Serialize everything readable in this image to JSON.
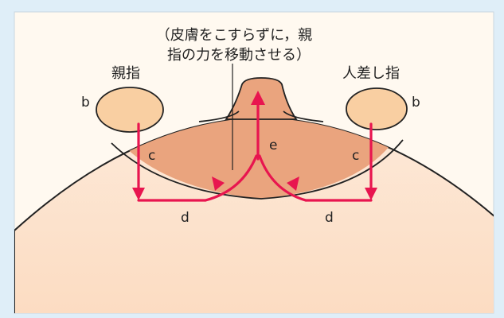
{
  "diagram": {
    "caption_line1": "（皮膚をこすらずに，親",
    "caption_line2": "指の力を移動させる）",
    "label_thumb": "親指",
    "label_index_finger": "人差し指",
    "label_b_left": "b",
    "label_b_right": "b",
    "label_c_left": "c",
    "label_c_right": "c",
    "label_d_left": "d",
    "label_d_right": "d",
    "label_e": "e"
  },
  "colors": {
    "frame_background": "#dfeef8",
    "panel_background": "#fff9f0",
    "breast_skin": "#fde7d4",
    "areola": "#eaa47e",
    "fingertip": "#f9cfa2",
    "arrow": "#e8154f",
    "outline": "#222222"
  },
  "icons": {
    "arrow_up": "arrow-up-icon",
    "arrow_down": "arrow-down-icon",
    "arrow_inward": "arrow-inward-icon"
  }
}
